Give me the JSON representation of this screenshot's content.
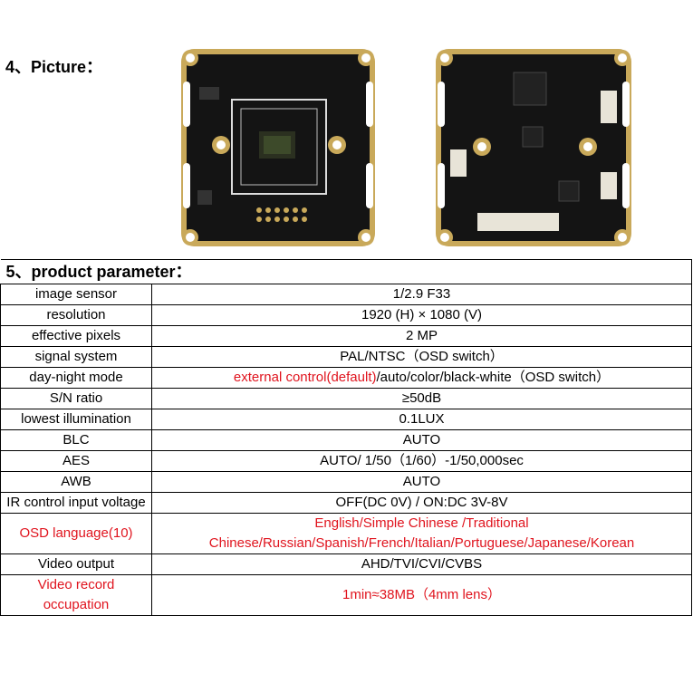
{
  "picture_heading": "4、Picture：",
  "parameter_heading": "5、product parameter：",
  "colors": {
    "highlight": "#e0141e",
    "pcb": "#141414",
    "gold": "#c9a95a"
  },
  "rows": [
    {
      "label": "image sensor",
      "value": "1/2.9 F33"
    },
    {
      "label": "resolution",
      "value": "1920 (H) × 1080 (V)"
    },
    {
      "label": "effective pixels",
      "value": "2 MP"
    },
    {
      "label": "signal system",
      "value": "PAL/NTSC（OSD switch）"
    },
    {
      "label": "day-night mode",
      "value_red": "external control(default)",
      "value": "/auto/color/black-white（OSD switch）"
    },
    {
      "label": "S/N ratio",
      "value": "≥50dB"
    },
    {
      "label": "lowest illumination",
      "value": "0.1LUX"
    },
    {
      "label": "BLC",
      "value": "AUTO"
    },
    {
      "label": "AES",
      "value": "AUTO/ 1/50（1/60）-1/50,000sec"
    },
    {
      "label": "AWB",
      "value": "AUTO"
    },
    {
      "label": "IR control input voltage",
      "value": "OFF(DC 0V) / ON:DC 3V-8V"
    },
    {
      "label": "OSD language(10)",
      "value_line1": "English/Simple Chinese /Traditional",
      "value_line2": "Chinese/Russian/Spanish/French/Italian/Portuguese/Japanese/Korean"
    },
    {
      "label": "Video output",
      "value": "AHD/TVI/CVI/CVBS"
    },
    {
      "label": "Video record occupation",
      "value": "1min≈38MB（4mm lens）"
    }
  ]
}
